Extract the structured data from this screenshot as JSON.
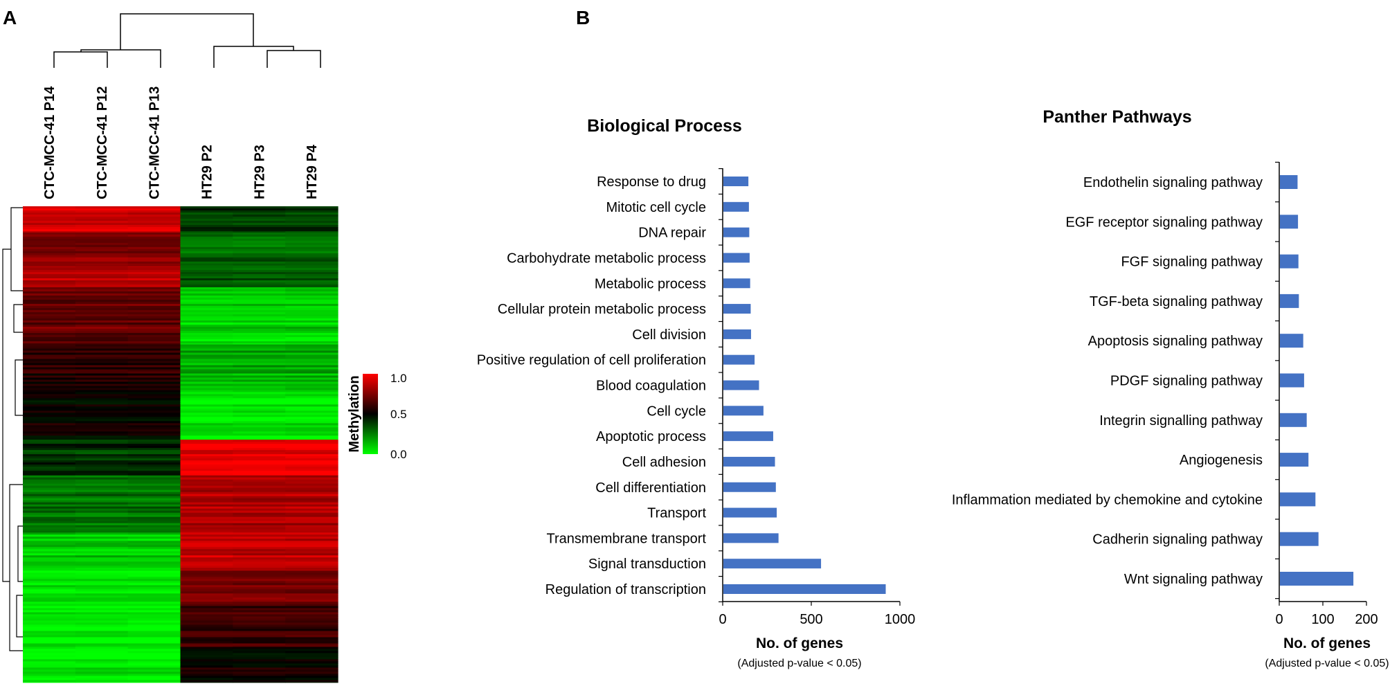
{
  "panels": {
    "a_label": "A",
    "b_label": "B"
  },
  "heatmap": {
    "samples": [
      "CTC-MCC-41 P14",
      "CTC-MCC-41 P12",
      "CTC-MCC-41 P13",
      "HT29 P2",
      "HT29 P3",
      "HT29 P4"
    ],
    "colorbar": {
      "title": "Methylation",
      "ticks": [
        "1.0",
        "0.5",
        "0.0"
      ],
      "colors": {
        "high": "#ff0000",
        "mid": "#000000",
        "low": "#00ff00"
      }
    },
    "blocks": [
      {
        "size": 0.055,
        "ctc": 0.92,
        "ht": 0.4
      },
      {
        "size": 0.07,
        "ctc": 0.76,
        "ht": 0.3
      },
      {
        "size": 0.045,
        "ctc": 0.86,
        "ht": 0.33
      },
      {
        "size": 0.12,
        "ctc": 0.7,
        "ht": 0.1
      },
      {
        "size": 0.1,
        "ctc": 0.58,
        "ht": 0.16
      },
      {
        "size": 0.1,
        "ctc": 0.5,
        "ht": 0.04
      },
      {
        "size": 0.075,
        "ctc": 0.4,
        "ht": 0.96
      },
      {
        "size": 0.12,
        "ctc": 0.28,
        "ht": 0.84
      },
      {
        "size": 0.08,
        "ctc": 0.1,
        "ht": 0.88
      },
      {
        "size": 0.07,
        "ctc": 0.06,
        "ht": 0.74
      },
      {
        "size": 0.09,
        "ctc": 0.03,
        "ht": 0.62
      },
      {
        "size": 0.075,
        "ctc": 0.05,
        "ht": 0.52
      }
    ]
  },
  "chart_data": [
    {
      "type": "bar",
      "orientation": "horizontal",
      "title": "Biological Process",
      "xlabel": "No. of genes",
      "xlabel_note": "(Adjusted p-value < 0.05)",
      "categories": [
        "Response to drug",
        "Mitotic cell cycle",
        "DNA repair",
        "Carbohydrate metabolic process",
        "Metabolic process",
        "Cellular protein metabolic process",
        "Cell division",
        "Positive regulation of cell proliferation",
        "Blood coagulation",
        "Cell cycle",
        "Apoptotic process",
        "Cell adhesion",
        "Cell differentiation",
        "Transport",
        "Transmembrane transport",
        "Signal transduction",
        "Regulation of transcription"
      ],
      "values": [
        145,
        148,
        150,
        152,
        155,
        158,
        160,
        180,
        205,
        230,
        285,
        295,
        300,
        305,
        315,
        555,
        920
      ],
      "xlim": [
        0,
        1000
      ],
      "xticks": [
        "0",
        "500",
        "1000"
      ],
      "xtick_values": [
        0,
        500,
        1000
      ],
      "color": "#4472c4",
      "grid": false,
      "legend": "none"
    },
    {
      "type": "bar",
      "orientation": "horizontal",
      "title": "Panther Pathways",
      "xlabel": "No. of genes",
      "xlabel_note": "(Adjusted p-value < 0.05)",
      "categories": [
        "Endothelin signaling pathway",
        "EGF receptor signaling pathway",
        "FGF signaling pathway",
        "TGF-beta signaling pathway",
        "Apoptosis signaling pathway",
        "PDGF signaling pathway",
        "Integrin signalling pathway",
        "Angiogenesis",
        "Inflammation mediated by chemokine and cytokine",
        "Cadherin signaling pathway",
        "Wnt signaling pathway"
      ],
      "values": [
        42,
        43,
        44,
        45,
        55,
        57,
        63,
        67,
        83,
        90,
        170
      ],
      "xlim": [
        0,
        200
      ],
      "xticks": [
        "0",
        "100",
        "200"
      ],
      "xtick_values": [
        0,
        100,
        200
      ],
      "color": "#4472c4",
      "grid": false,
      "legend": "none"
    }
  ]
}
